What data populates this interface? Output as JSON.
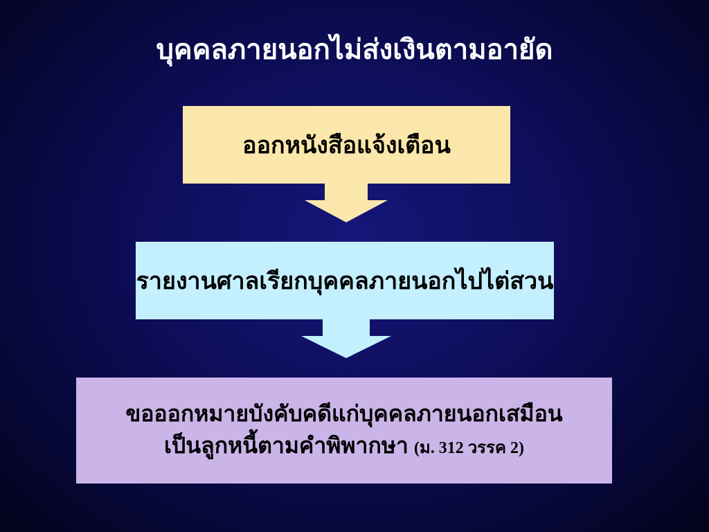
{
  "slide": {
    "title": "บุคคลภายนอกไม่ส่งเงินตามอายัด",
    "colors": {
      "background": "#0e0e5c",
      "step1": "#fbe7ab",
      "step2": "#c4efff",
      "step3": "#cbb5e8"
    }
  },
  "flow": {
    "step1": {
      "text": "ออกหนังสือแจ้งเตือน"
    },
    "step2": {
      "text": "รายงานศาลเรียกบุคคลภายนอกไปไต่สวน"
    },
    "step3": {
      "line1": "ขอออกหมายบังคับคดีแก่บุคคลภายนอกเสมือน",
      "line2": "เป็นลูกหนี้ตามคำพิพากษา",
      "reference": "(ม. 312 วรรค 2)"
    },
    "arrows": [
      "arrow-down-icon",
      "arrow-down-icon"
    ]
  }
}
